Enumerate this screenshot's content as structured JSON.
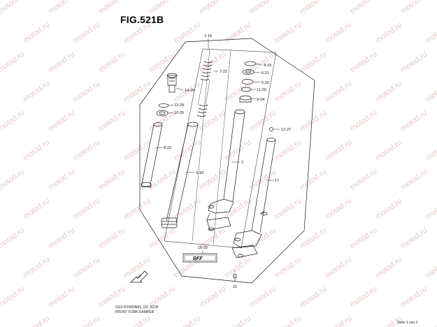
{
  "figure": {
    "title": "FIG.521B"
  },
  "watermark": {
    "text": "motod.ru",
    "color": "#e9c6c6"
  },
  "callouts": {
    "assembly": "1-16",
    "spring": "7-22",
    "adjuster_bolt": "14-29",
    "oring_a": "13-28",
    "washer_a": "10-25",
    "inner_tube": "8-23",
    "damper_tube": "3-18",
    "cap_washer_top": "4-19",
    "ring_a": "6-21",
    "ring_b": "5-20",
    "ring_c": "11-26",
    "seal": "9-24",
    "cap_screw": "12-27",
    "outer_tube_left": "2",
    "outer_tube_right": "17",
    "label_kit": "15-30",
    "bolt": "31"
  },
  "label_plate": {
    "text": "BFF"
  },
  "arrow": {
    "text": "FWD"
  },
  "footer": {
    "model_code": "GSX-R1000AM1_52I_521B",
    "part_name": "FRONT FORK DAMPER",
    "page": "Seite 1 von 3"
  },
  "colors": {
    "line": "#1a1a1a",
    "background": "#ffffff"
  }
}
